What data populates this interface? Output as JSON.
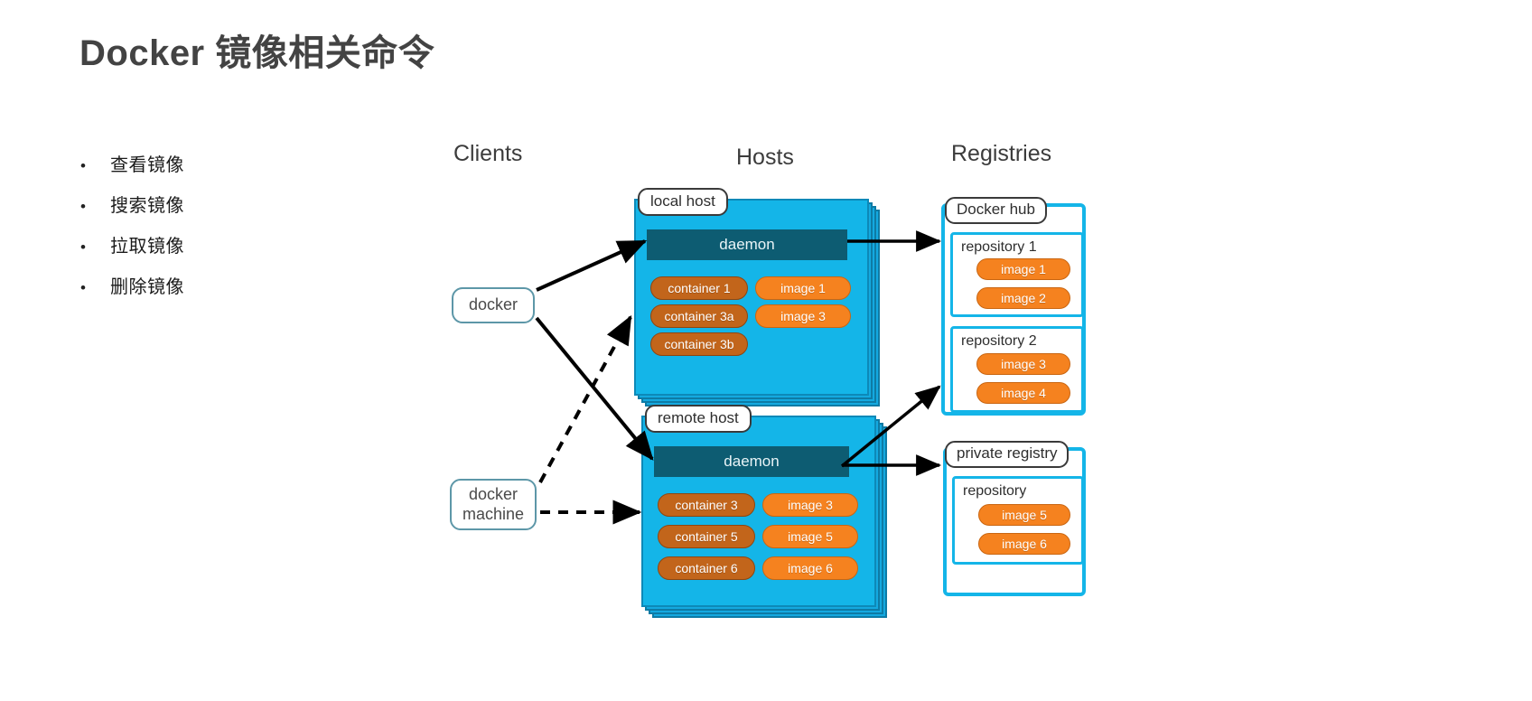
{
  "slide": {
    "title": "Docker 镜像相关命令",
    "bullet_marker": "•",
    "bullets": [
      {
        "text": "查看镜像"
      },
      {
        "text": "搜索镜像"
      },
      {
        "text": "拉取镜像"
      },
      {
        "text": "删除镜像"
      }
    ]
  },
  "diagram": {
    "columns": {
      "clients": "Clients",
      "hosts": "Hosts",
      "registries": "Registries"
    },
    "clients": [
      {
        "label": "docker"
      },
      {
        "label": "docker\nmachine",
        "line1": "docker",
        "line2": "machine"
      }
    ],
    "hosts": [
      {
        "label": "local host",
        "daemon": "daemon",
        "containers": [
          "container 1",
          "container 3a",
          "container 3b"
        ],
        "images": [
          "image 1",
          "image 3"
        ]
      },
      {
        "label": "remote host",
        "daemon": "daemon",
        "containers": [
          "container 3",
          "container 5",
          "container 6"
        ],
        "images": [
          "image 3",
          "image 5",
          "image 6"
        ]
      }
    ],
    "registries": [
      {
        "label": "Docker hub",
        "repositories": [
          {
            "title": "repository 1",
            "images": [
              "image 1",
              "image 2"
            ]
          },
          {
            "title": "repository 2",
            "images": [
              "image 3",
              "image 4"
            ]
          }
        ]
      },
      {
        "label": "private registry",
        "repositories": [
          {
            "title": "repository",
            "images": [
              "image 5",
              "image 6"
            ]
          }
        ]
      }
    ],
    "colors": {
      "host_fill": "#14b5e8",
      "host_shadow": "#14a9e0",
      "daemon": "#0d5c72",
      "container": "#c2651b",
      "image": "#f5821f",
      "registry_border": "#14b5e8",
      "client_border": "#5d97a8",
      "arrow": "#000000",
      "title": "#434343"
    }
  }
}
